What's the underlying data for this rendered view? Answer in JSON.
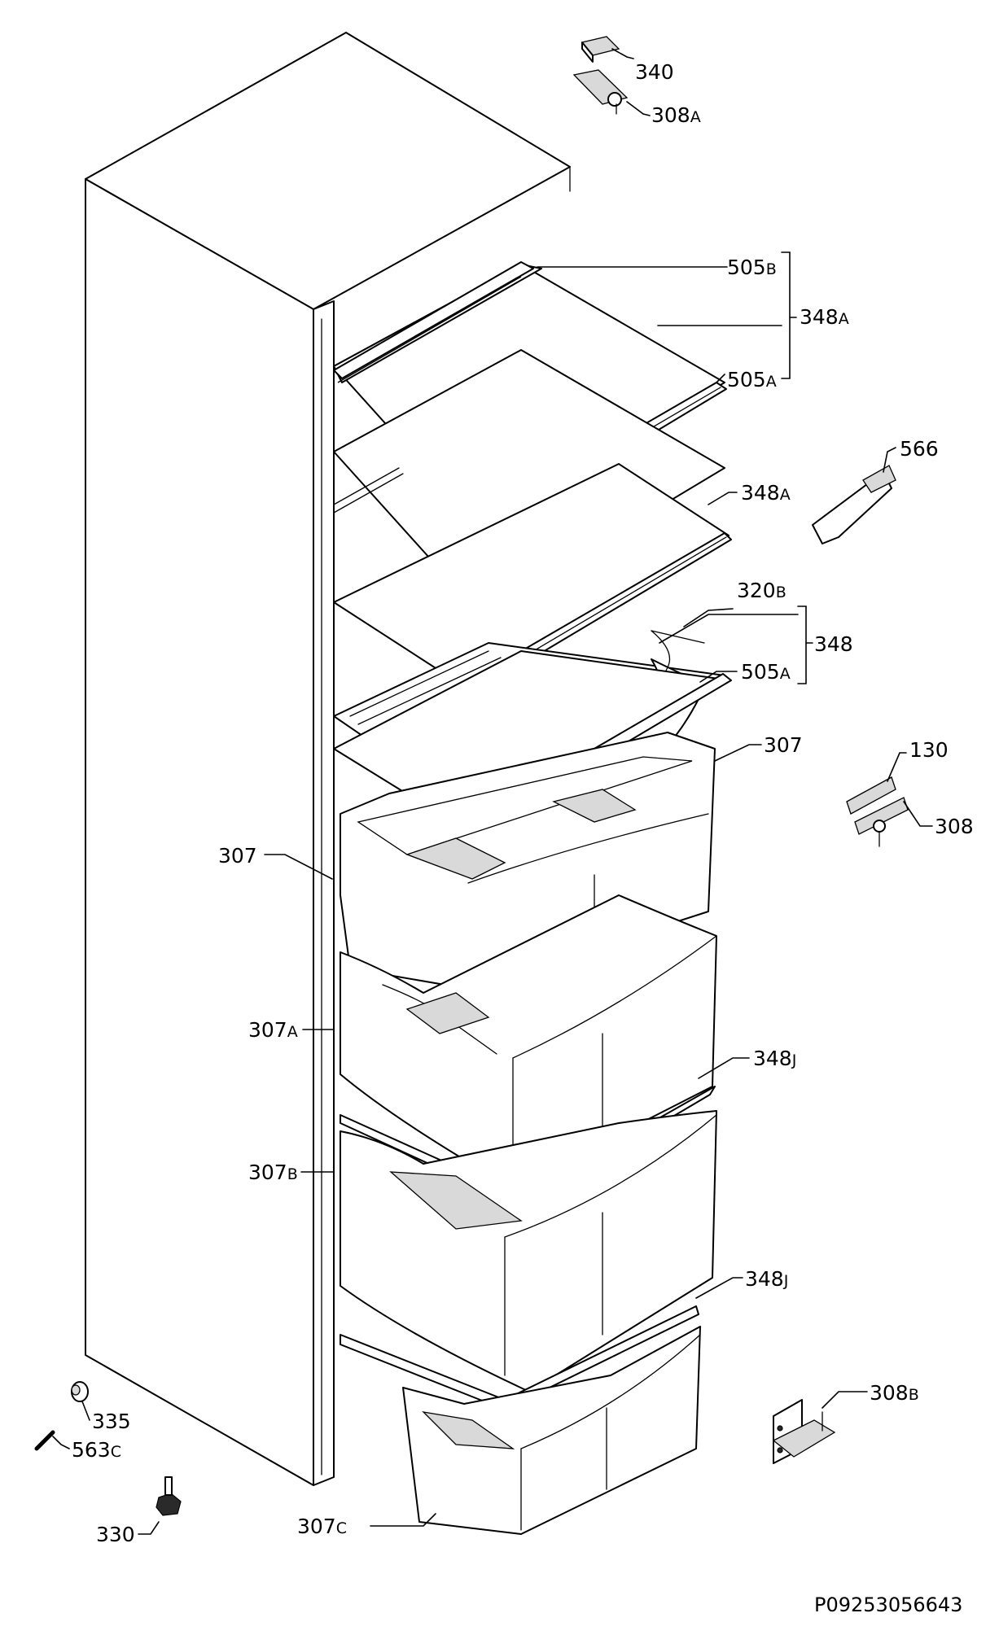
{
  "diagram": {
    "document_code": "P09253056643",
    "callouts": [
      {
        "id": "c340",
        "main": "340",
        "suffix": ""
      },
      {
        "id": "c308A",
        "main": "308",
        "suffix": "A"
      },
      {
        "id": "c505B",
        "main": "505",
        "suffix": "B"
      },
      {
        "id": "c348A-top",
        "main": "348",
        "suffix": "A"
      },
      {
        "id": "c505A-top",
        "main": "505",
        "suffix": "A"
      },
      {
        "id": "c566",
        "main": "566",
        "suffix": ""
      },
      {
        "id": "c348A-mid",
        "main": "348",
        "suffix": "A"
      },
      {
        "id": "c320B",
        "main": "320",
        "suffix": "B"
      },
      {
        "id": "c348",
        "main": "348",
        "suffix": ""
      },
      {
        "id": "c505A-mid",
        "main": "505",
        "suffix": "A"
      },
      {
        "id": "c307-right",
        "main": "307",
        "suffix": ""
      },
      {
        "id": "c130",
        "main": "130",
        "suffix": ""
      },
      {
        "id": "c308",
        "main": "308",
        "suffix": ""
      },
      {
        "id": "c307-left",
        "main": "307",
        "suffix": ""
      },
      {
        "id": "c307A",
        "main": "307",
        "suffix": "A"
      },
      {
        "id": "c348J-upper",
        "main": "348",
        "suffix": "J"
      },
      {
        "id": "c307B",
        "main": "307",
        "suffix": "B"
      },
      {
        "id": "c348J-lower",
        "main": "348",
        "suffix": "J"
      },
      {
        "id": "c308B",
        "main": "308",
        "suffix": "B"
      },
      {
        "id": "c335",
        "main": "335",
        "suffix": ""
      },
      {
        "id": "c563C",
        "main": "563",
        "suffix": "C"
      },
      {
        "id": "c307C",
        "main": "307",
        "suffix": "C"
      },
      {
        "id": "c330",
        "main": "330",
        "suffix": ""
      }
    ]
  }
}
